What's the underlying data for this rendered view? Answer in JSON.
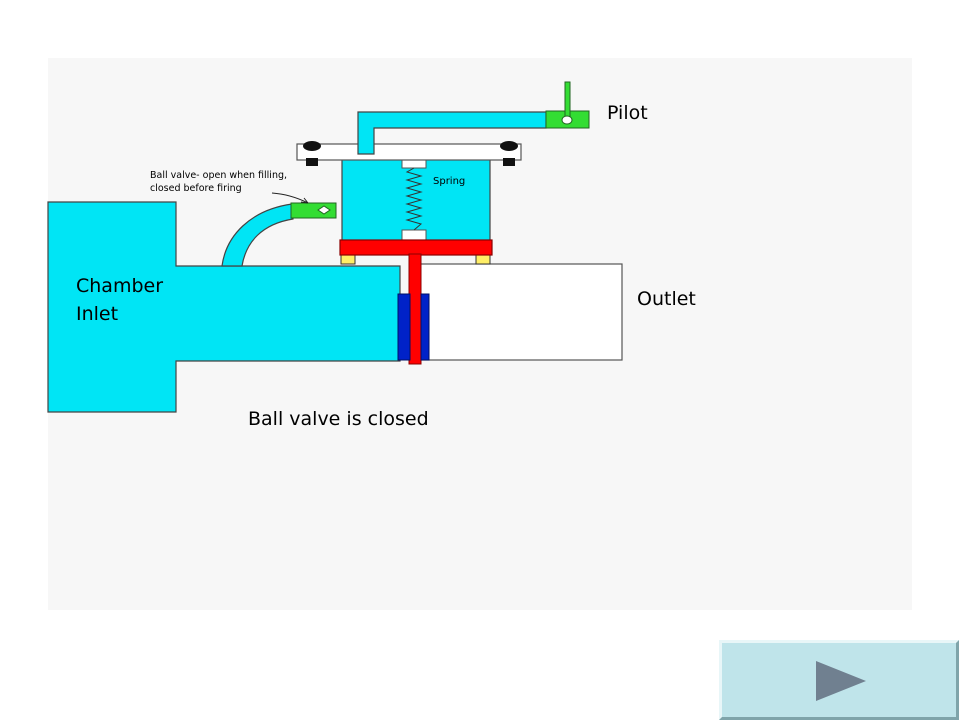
{
  "labels": {
    "pilot": "Pilot",
    "outlet": "Outlet",
    "chamber_inlet": "Chamber Inlet",
    "spring": "Spring",
    "ball_valve_note": "Ball valve- open when filling, closed before firing",
    "status": "Ball valve is closed"
  },
  "colors": {
    "water": "#00e5f5",
    "piston": "#ff0000",
    "seal": "#0022c8",
    "valve_fitting": "#33dd33",
    "bolt": "#111111",
    "spacer": "#ffee66",
    "button_face": "#bfe4ea",
    "play_icon": "#708090"
  },
  "icons": {
    "next_button": "play-triangle-icon"
  }
}
